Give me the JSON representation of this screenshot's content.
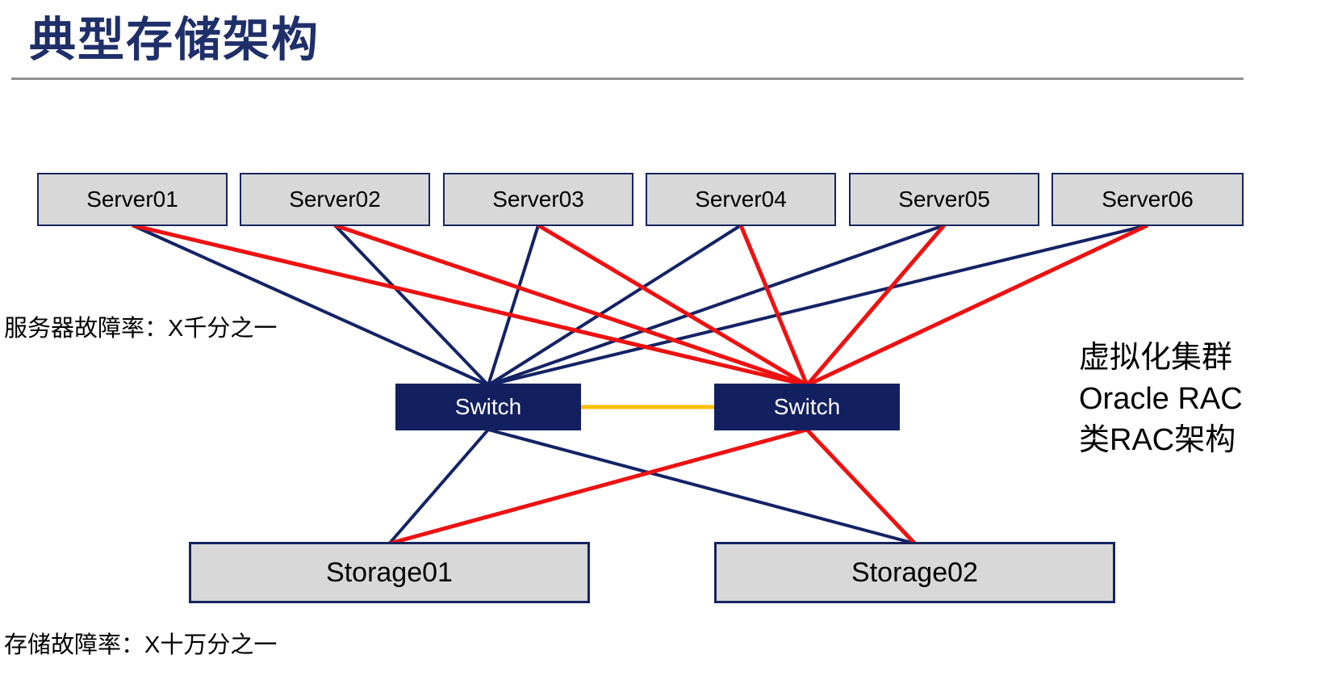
{
  "title": "典型存储架构",
  "labels": {
    "server_failure_rate": "服务器故障率：X千分之一",
    "storage_failure_rate": "存储故障率：X十万分之一"
  },
  "annotation": {
    "lines": [
      "虚拟化集群",
      "Oracle RAC",
      "类RAC架构"
    ]
  },
  "colors": {
    "navy_line": "#142365",
    "red_line": "#EE1111",
    "orange_line": "#FFC000",
    "box_fill": "#D8D8D8",
    "box_border": "#16245E",
    "switch_fill": "#132060",
    "switch_text": "#FFFFFF",
    "title_text": "#1F2F69",
    "divider": "#909090",
    "body_text": "#000000"
  },
  "diagram": {
    "nodes": [
      {
        "id": "server01",
        "type": "server",
        "label": "Server01"
      },
      {
        "id": "server02",
        "type": "server",
        "label": "Server02"
      },
      {
        "id": "server03",
        "type": "server",
        "label": "Server03"
      },
      {
        "id": "server04",
        "type": "server",
        "label": "Server04"
      },
      {
        "id": "server05",
        "type": "server",
        "label": "Server05"
      },
      {
        "id": "server06",
        "type": "server",
        "label": "Server06"
      },
      {
        "id": "switch1",
        "type": "switch",
        "label": "Switch"
      },
      {
        "id": "switch2",
        "type": "switch",
        "label": "Switch"
      },
      {
        "id": "storage01",
        "type": "storage",
        "label": "Storage01"
      },
      {
        "id": "storage02",
        "type": "storage",
        "label": "Storage02"
      }
    ],
    "edges": [
      {
        "from": "server01",
        "to": "switch1",
        "color": "navy"
      },
      {
        "from": "server02",
        "to": "switch1",
        "color": "navy"
      },
      {
        "from": "server03",
        "to": "switch1",
        "color": "navy"
      },
      {
        "from": "server04",
        "to": "switch1",
        "color": "navy"
      },
      {
        "from": "server05",
        "to": "switch1",
        "color": "navy"
      },
      {
        "from": "server06",
        "to": "switch1",
        "color": "navy"
      },
      {
        "from": "switch1",
        "to": "storage01",
        "color": "navy"
      },
      {
        "from": "switch1",
        "to": "storage02",
        "color": "navy"
      },
      {
        "from": "server01",
        "to": "switch2",
        "color": "red"
      },
      {
        "from": "server02",
        "to": "switch2",
        "color": "red"
      },
      {
        "from": "server03",
        "to": "switch2",
        "color": "red"
      },
      {
        "from": "server04",
        "to": "switch2",
        "color": "red"
      },
      {
        "from": "server05",
        "to": "switch2",
        "color": "red"
      },
      {
        "from": "server06",
        "to": "switch2",
        "color": "red"
      },
      {
        "from": "switch2",
        "to": "storage01",
        "color": "red"
      },
      {
        "from": "switch2",
        "to": "storage02",
        "color": "red"
      },
      {
        "from": "switch1",
        "to": "switch2",
        "color": "orange",
        "fromSide": "right",
        "toSide": "left"
      }
    ]
  }
}
